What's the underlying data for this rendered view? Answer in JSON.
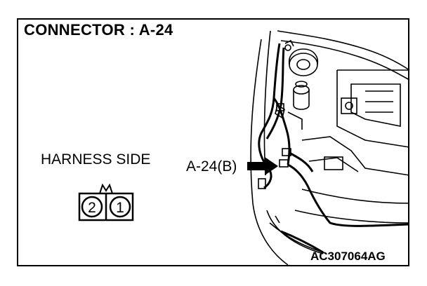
{
  "title": "CONNECTOR : A-24",
  "harness_label": "HARNESS SIDE",
  "callout_label": "A-24(B)",
  "figure_code": "AC307064AG",
  "connector": {
    "pins": [
      "2",
      "1"
    ]
  }
}
